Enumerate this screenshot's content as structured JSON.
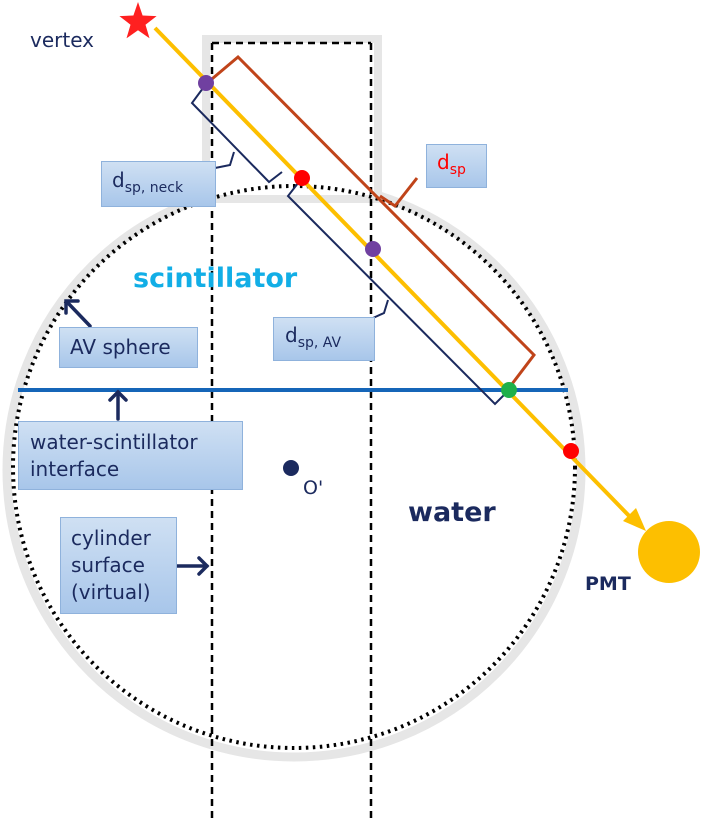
{
  "labels": {
    "vertex": "vertex",
    "scintillator": "scintillator",
    "water": "water",
    "pmt": "PMT",
    "origin": "O'",
    "av_sphere": "AV sphere",
    "interface_line1": "water-scintillator",
    "interface_line2": "interface",
    "cylinder_line1": "cylinder",
    "cylinder_line2": "surface",
    "cylinder_line3": "(virtual)"
  },
  "distances": {
    "dsp_main": "d",
    "dsp_sub": "sp",
    "neck_main": "d",
    "neck_sub": "sp, neck",
    "av_main": "d",
    "av_sub": "sp, AV"
  },
  "colors": {
    "navy": "#1b2a5e",
    "cyan_text": "#12aee6",
    "track": "#fdbf00",
    "interface_line": "#1565b8",
    "bracket_red": "#c0441a",
    "red_point": "#ff0000",
    "purple_point": "#7040a0",
    "green_point": "#1fb04a",
    "vessel_gray": "#e6e6e6"
  },
  "icons": [
    "star-icon",
    "arrow-icon"
  ]
}
